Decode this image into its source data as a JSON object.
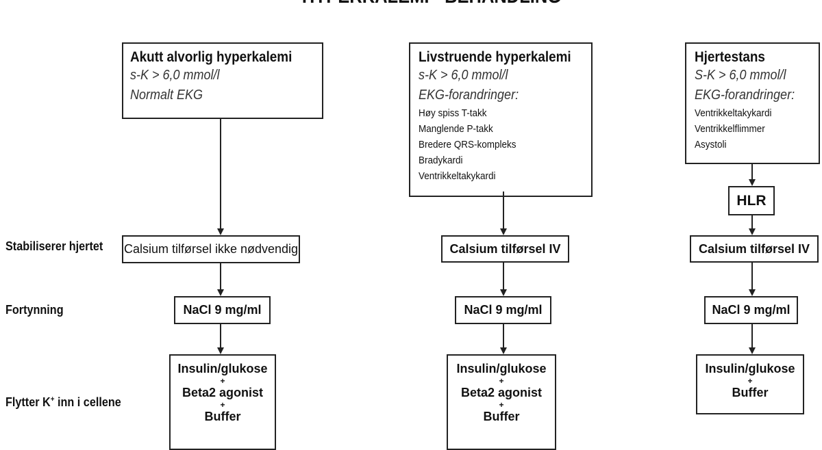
{
  "title": "HYPERKALEMI - BEHANDLING",
  "row_labels": {
    "stabilize": "Stabiliserer hjertet",
    "dilution": "Fortynning",
    "shift_prefix": "Flytter K",
    "shift_sup": "+",
    "shift_suffix": " inn i cellene"
  },
  "columns": [
    {
      "heading": "Akutt alvorlig hyperkalemi",
      "lines": [
        "s-K > 6,0 mmol/l",
        "Normalt EKG"
      ],
      "details": [],
      "stabilize": "Calsium tilførsel ikke nødvendig",
      "dilution": "NaCl 9 mg/ml",
      "shift": [
        "Insulin/glukose",
        "+",
        "Beta2 agonist",
        "+",
        "Buffer"
      ]
    },
    {
      "heading": "Livstruende hyperkalemi",
      "lines": [
        "s-K > 6,0 mmol/l",
        "EKG-forandringer:"
      ],
      "details": [
        "Høy spiss T-takk",
        "Manglende P-takk",
        "Bredere  QRS-kompleks",
        "Bradykardi",
        "Ventrikkeltakykardi"
      ],
      "stabilize": "Calsium tilførsel IV",
      "dilution": "NaCl 9 mg/ml",
      "shift": [
        "Insulin/glukose",
        "+",
        "Beta2 agonist",
        "+",
        "Buffer"
      ]
    },
    {
      "heading": "Hjertestans",
      "lines": [
        "S-K > 6,0 mmol/l",
        "EKG-forandringer:"
      ],
      "details": [
        "Ventrikkeltakykardi",
        "Ventrikkelflimmer",
        "Asystoli"
      ],
      "cpr": "HLR",
      "stabilize": "Calsium tilførsel IV",
      "dilution": "NaCl 9 mg/ml",
      "shift": [
        "Insulin/glukose",
        "+",
        "Buffer"
      ]
    }
  ]
}
